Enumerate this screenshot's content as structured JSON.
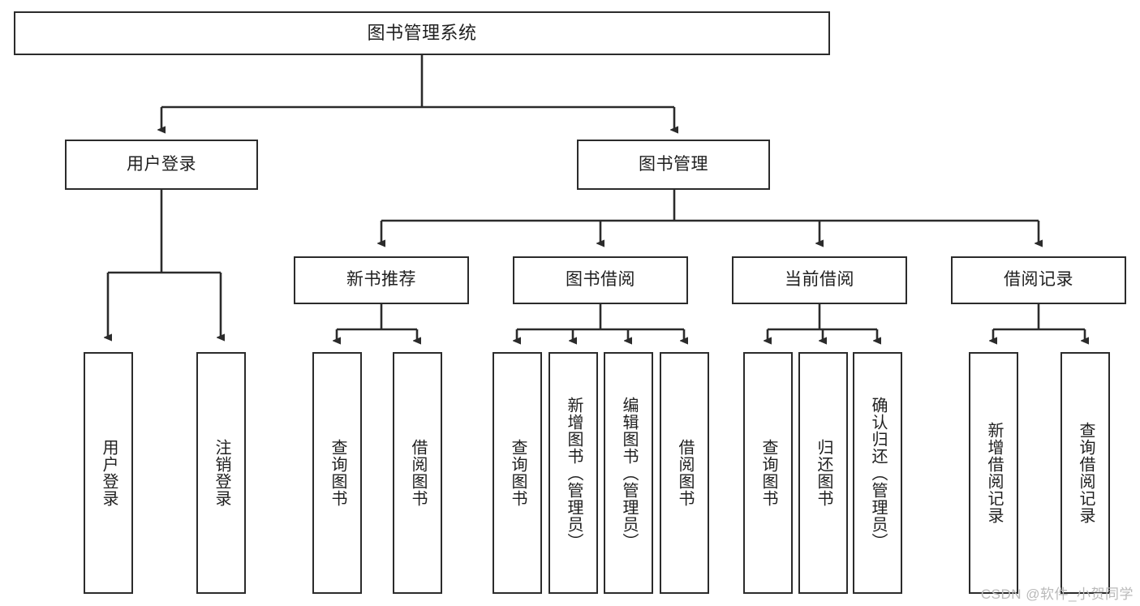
{
  "diagram": {
    "title": "图书管理系统",
    "watermark": "CSDN @软件_小贺同学",
    "colors": {
      "background": "#ffffff",
      "node_fill": "#ffffff",
      "node_stroke": "#2b2b2b",
      "edge_stroke": "#2b2b2b",
      "text": "#1f1f1f",
      "watermark": "#b9b9b9"
    },
    "levels": {
      "root": "图书管理系统",
      "level2": [
        "用户登录",
        "图书管理"
      ],
      "level3": [
        "新书推荐",
        "图书借阅",
        "当前借阅",
        "借阅记录"
      ]
    },
    "nodes": {
      "root": {
        "label": "图书管理系统"
      },
      "user_login": {
        "label": "用户登录"
      },
      "book_manage": {
        "label": "图书管理"
      },
      "new_book_rec": {
        "label": "新书推荐"
      },
      "book_borrow": {
        "label": "图书借阅"
      },
      "current_borrow": {
        "label": "当前借阅"
      },
      "borrow_record": {
        "label": "借阅记录"
      },
      "leaf_user_login": {
        "label": "用户登录"
      },
      "leaf_logout": {
        "label": "注销登录"
      },
      "leaf_query_book_1": {
        "label": "查询图书"
      },
      "leaf_borrow_book_1": {
        "label": "借阅图书"
      },
      "leaf_query_book_2": {
        "label": "查询图书"
      },
      "leaf_add_book": {
        "label": "新增图书（管理员）"
      },
      "leaf_edit_book": {
        "label": "编辑图书（管理员）"
      },
      "leaf_borrow_book_2": {
        "label": "借阅图书"
      },
      "leaf_query_book_3": {
        "label": "查询图书"
      },
      "leaf_return_book": {
        "label": "归还图书"
      },
      "leaf_confirm_return": {
        "label": "确认归还（管理员）"
      },
      "leaf_add_record": {
        "label": "新增借阅记录"
      },
      "leaf_query_record": {
        "label": "查询借阅记录"
      }
    }
  }
}
